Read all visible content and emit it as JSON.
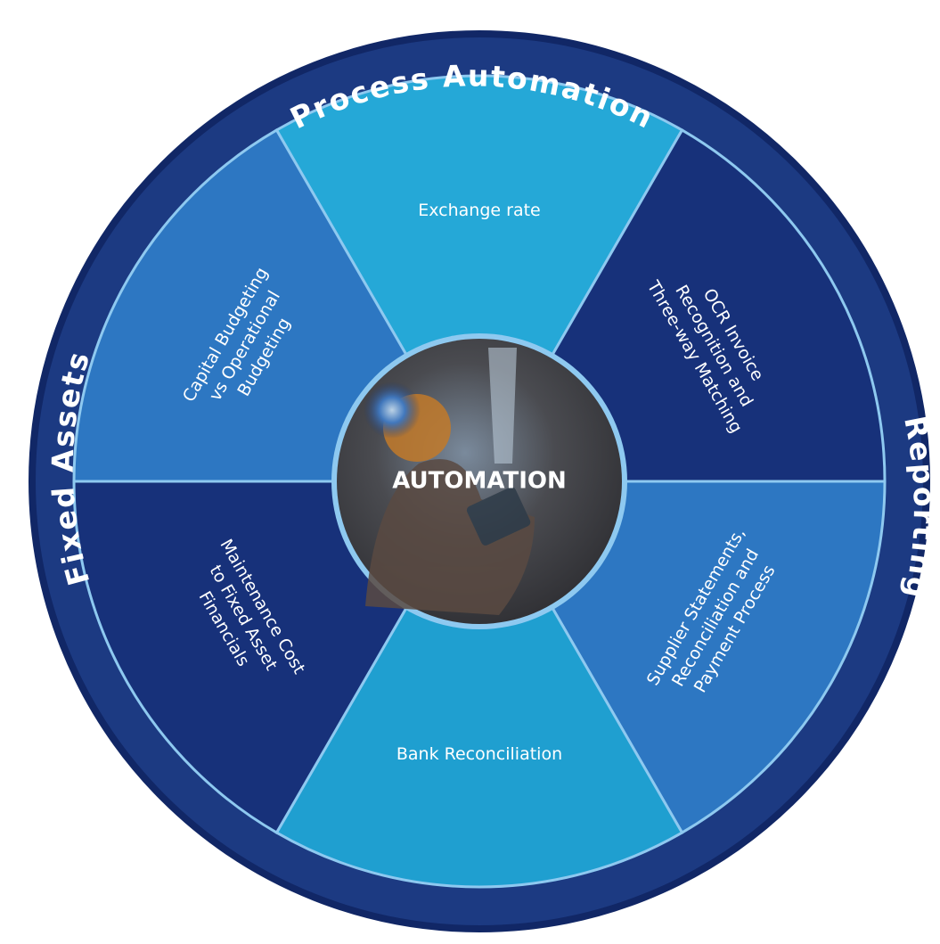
{
  "colors": {
    "ring": "#1c3a82",
    "ring_edge": "#112766",
    "divider": "#8ec9f0",
    "dark_segment": "#17317a",
    "medium_segment": "#2d77c2",
    "light_segment": "#1f9fd0",
    "lighter_segment": "#25a8d7",
    "center_fill": "#3b3a3d",
    "white": "#ffffff"
  },
  "ring_labels": {
    "top": "Process Automation",
    "left": "Fixed Assets",
    "right": "Reporting"
  },
  "center": {
    "label": "AUTOMATION"
  },
  "segments": [
    {
      "label": [
        "Exchange rate"
      ],
      "color_key": "lighter_segment"
    },
    {
      "label": [
        "OCR Invoice",
        "Recognition and",
        "Three-way Matching"
      ],
      "color_key": "dark_segment"
    },
    {
      "label": [
        "Supplier Statements,",
        "Reconciliation and",
        "Payment Process"
      ],
      "color_key": "medium_segment"
    },
    {
      "label": [
        "Bank Reconciliation"
      ],
      "color_key": "light_segment"
    },
    {
      "label": [
        "Maintenance Cost",
        "to Fixed Asset",
        "Financials"
      ],
      "color_key": "dark_segment"
    },
    {
      "label": [
        "Capital Budgeting",
        "vs Operational",
        "Budgeting"
      ],
      "color_key": "medium_segment"
    }
  ]
}
